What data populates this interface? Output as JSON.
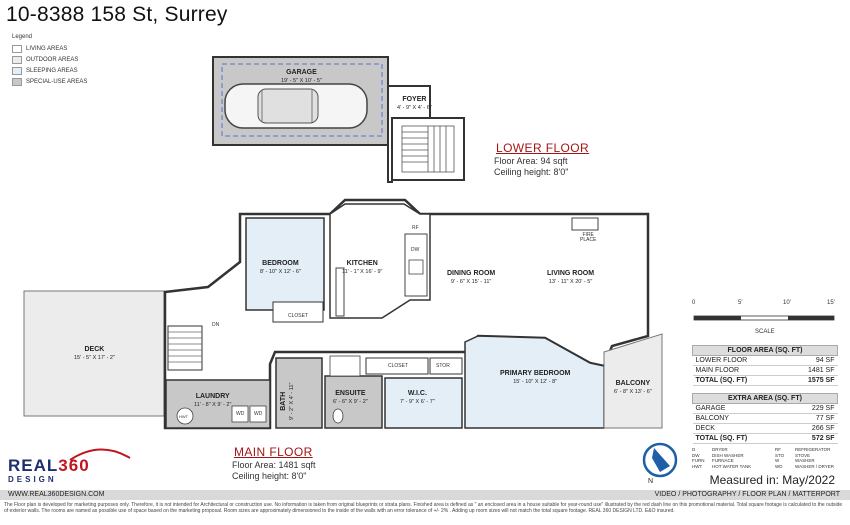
{
  "title": "10-8388 158 St, Surrey",
  "legend": {
    "title": "Legend",
    "items": [
      {
        "label": "LIVING AREAS",
        "color": "#ffffff"
      },
      {
        "label": "OUTDOOR AREAS",
        "color": "#ececec"
      },
      {
        "label": "SLEEPING AREAS",
        "color": "#e3eef6"
      },
      {
        "label": "SPECIAL-USE AREAS",
        "color": "#c8c8c8"
      }
    ]
  },
  "rooms": {
    "garage": {
      "name": "GARAGE",
      "dim": "19' - 5\" X 10' - 5\""
    },
    "foyer": {
      "name": "FOYER",
      "dim": "4' - 9\" X 4' - 6\""
    },
    "bedroom": {
      "name": "BEDROOM",
      "dim": "8' - 10\" X 12' - 6\""
    },
    "kitchen": {
      "name": "KITCHEN",
      "dim": "11' - 1\" X 16' - 9\""
    },
    "dining": {
      "name": "DINING ROOM",
      "dim": "9' - 6\" X 15' - 11\""
    },
    "living": {
      "name": "LIVING ROOM",
      "dim": "13' - 11\" X 20' - 5\""
    },
    "deck": {
      "name": "DECK",
      "dim": "15' - 5\" X 17' - 2\""
    },
    "laundry": {
      "name": "LAUNDRY",
      "dim": "11' - 8\" X 9' - 2\""
    },
    "bath": {
      "name": "BATH",
      "dim": "9' - 2\" X 4' - 11\""
    },
    "ensuite": {
      "name": "ENSUITE",
      "dim": "6' - 6\" X 9' - 2\""
    },
    "wic": {
      "name": "W.I.C.",
      "dim": "7' - 9\" X 6' - 7\""
    },
    "primary": {
      "name": "PRIMARY BEDROOM",
      "dim": "15' - 10\" X 12' - 8\""
    },
    "balcony": {
      "name": "BALCONY",
      "dim": "6' - 8\" X 13' - 6\""
    }
  },
  "small_labels": {
    "closet1": "CLOSET",
    "closet2": "CLOSET",
    "stor": "STOR",
    "fireplace": "FIRE\nPLACE",
    "fireplace_line1": "FIRE",
    "fireplace_line2": "PLACE",
    "dn": "DN",
    "rf": "RF",
    "dw": "DW",
    "wd1": "WD",
    "wd2": "WD",
    "hwt": "HWT"
  },
  "lower_floor": {
    "heading": "LOWER FLOOR",
    "area": "Floor Area: 94 sqft",
    "ceiling": "Ceiling height: 8'0\""
  },
  "main_floor": {
    "heading": "MAIN FLOOR",
    "area": "Floor Area: 1481 sqft",
    "ceiling": "Ceiling height: 8'0\""
  },
  "scale": {
    "ticks": [
      "0",
      "5'",
      "10'",
      "15'"
    ],
    "label": "SCALE"
  },
  "floor_area_table": {
    "header": "FLOOR AREA (SQ. FT)",
    "rows": [
      {
        "label": "LOWER FLOOR",
        "value": "94 SF"
      },
      {
        "label": "MAIN FLOOR",
        "value": "1481 SF"
      }
    ],
    "total": {
      "label": "TOTAL (SQ. FT)",
      "value": "1575 SF"
    }
  },
  "extra_area_table": {
    "header": "EXTRA AREA (SQ. FT)",
    "rows": [
      {
        "label": "GARAGE",
        "value": "229 SF"
      },
      {
        "label": "BALCONY",
        "value": "77 SF"
      },
      {
        "label": "DECK",
        "value": "266 SF"
      }
    ],
    "total": {
      "label": "TOTAL (SQ. FT)",
      "value": "572 SF"
    }
  },
  "abbreviations": {
    "col1": [
      "D",
      "DW",
      "FURN",
      "HWT"
    ],
    "col2": [
      "DRYER",
      "DISH WASHER",
      "FURNACE",
      "HOT WATER TANK"
    ],
    "col3": [
      "RF",
      "STO",
      "W",
      "WD"
    ],
    "col4": [
      "REFRIGERATOR",
      "STOVE",
      "WASHER",
      "WASHER / DRYER"
    ]
  },
  "compass": "N",
  "measured": "Measured in: May/2022",
  "logo": {
    "part1": "REAL",
    "part2": "360",
    "design": "DESIGN"
  },
  "footer": {
    "website": "WWW.REAL360DESIGN.COM",
    "services": "VIDEO / PHOTOGRAPHY / FLOOR PLAN / MATTERPORT",
    "disclaimer": "The Floor plan is developed for marketing purposes only. Therefore, it is not intended for Architectural or construction use. No information is taken from original blueprints or strata plans. Finished area is defined as \" an enclosed area in a house suitable for year-round use\" illustrated by the red dash line on this promotional material. Total square footage is calculated to the outside of exterior walls. The rooms are named as possible use of space based on the marketing proposal. Room sizes are approximately dimensioned to the inside of the walls with an error tolerance of +/- 2% . Adding up room sizes will not match the total square footage. REAL 360 DESIGN LTD. E&O insured."
  },
  "colors": {
    "heading_red": "#a31515",
    "logo_navy": "#1f2f6e",
    "logo_red": "#c0151f",
    "sleeping": "#e3eef6",
    "special": "#c8c8c8",
    "outdoor": "#ececec"
  }
}
